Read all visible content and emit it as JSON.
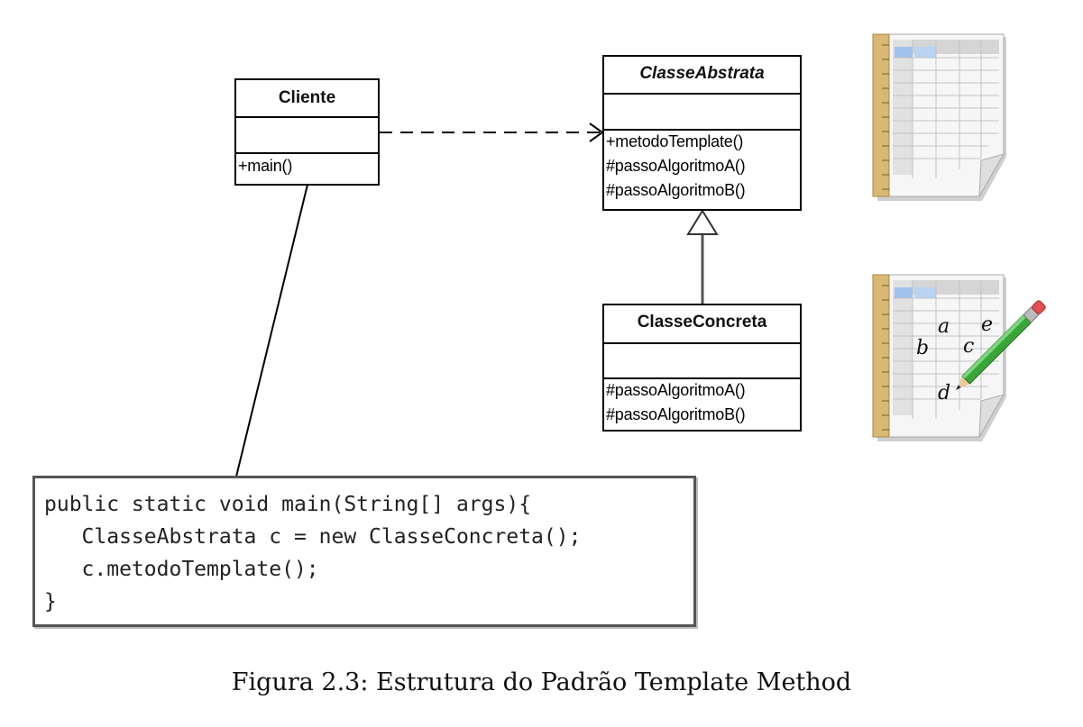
{
  "diagram": {
    "classes": {
      "cliente": {
        "name": "Cliente",
        "attributes": [],
        "operations": [
          "+main()"
        ]
      },
      "classe_abstrata": {
        "name": "ClasseAbstrata",
        "attributes": [],
        "operations": [
          "+metodoTemplate()",
          "#passoAlgoritmoA()",
          "#passoAlgoritmoB()"
        ]
      },
      "classe_concreta": {
        "name": "ClasseConcreta",
        "attributes": [],
        "operations": [
          "#passoAlgoritmoA()",
          "#passoAlgoritmoB()"
        ]
      }
    },
    "relations": [
      {
        "from": "Cliente",
        "to": "ClasseAbstrata",
        "kind": "dependency"
      },
      {
        "from": "ClasseConcreta",
        "to": "ClasseAbstrata",
        "kind": "generalization"
      },
      {
        "from": "Cliente",
        "to": "code-note",
        "kind": "note-link"
      }
    ],
    "code": [
      "public static void main(String[] args){",
      "   ClasseAbstrata c = new ClasseConcreta();",
      "   c.metodoTemplate();",
      "}"
    ],
    "icons": {
      "template_icon": "spreadsheet-template-icon",
      "filled_icon": "spreadsheet-edit-icon",
      "cell_letters": [
        "a",
        "e",
        "b",
        "c",
        "d"
      ]
    },
    "caption": "Figura 2.3: Estrutura do Padrão Template Method"
  }
}
